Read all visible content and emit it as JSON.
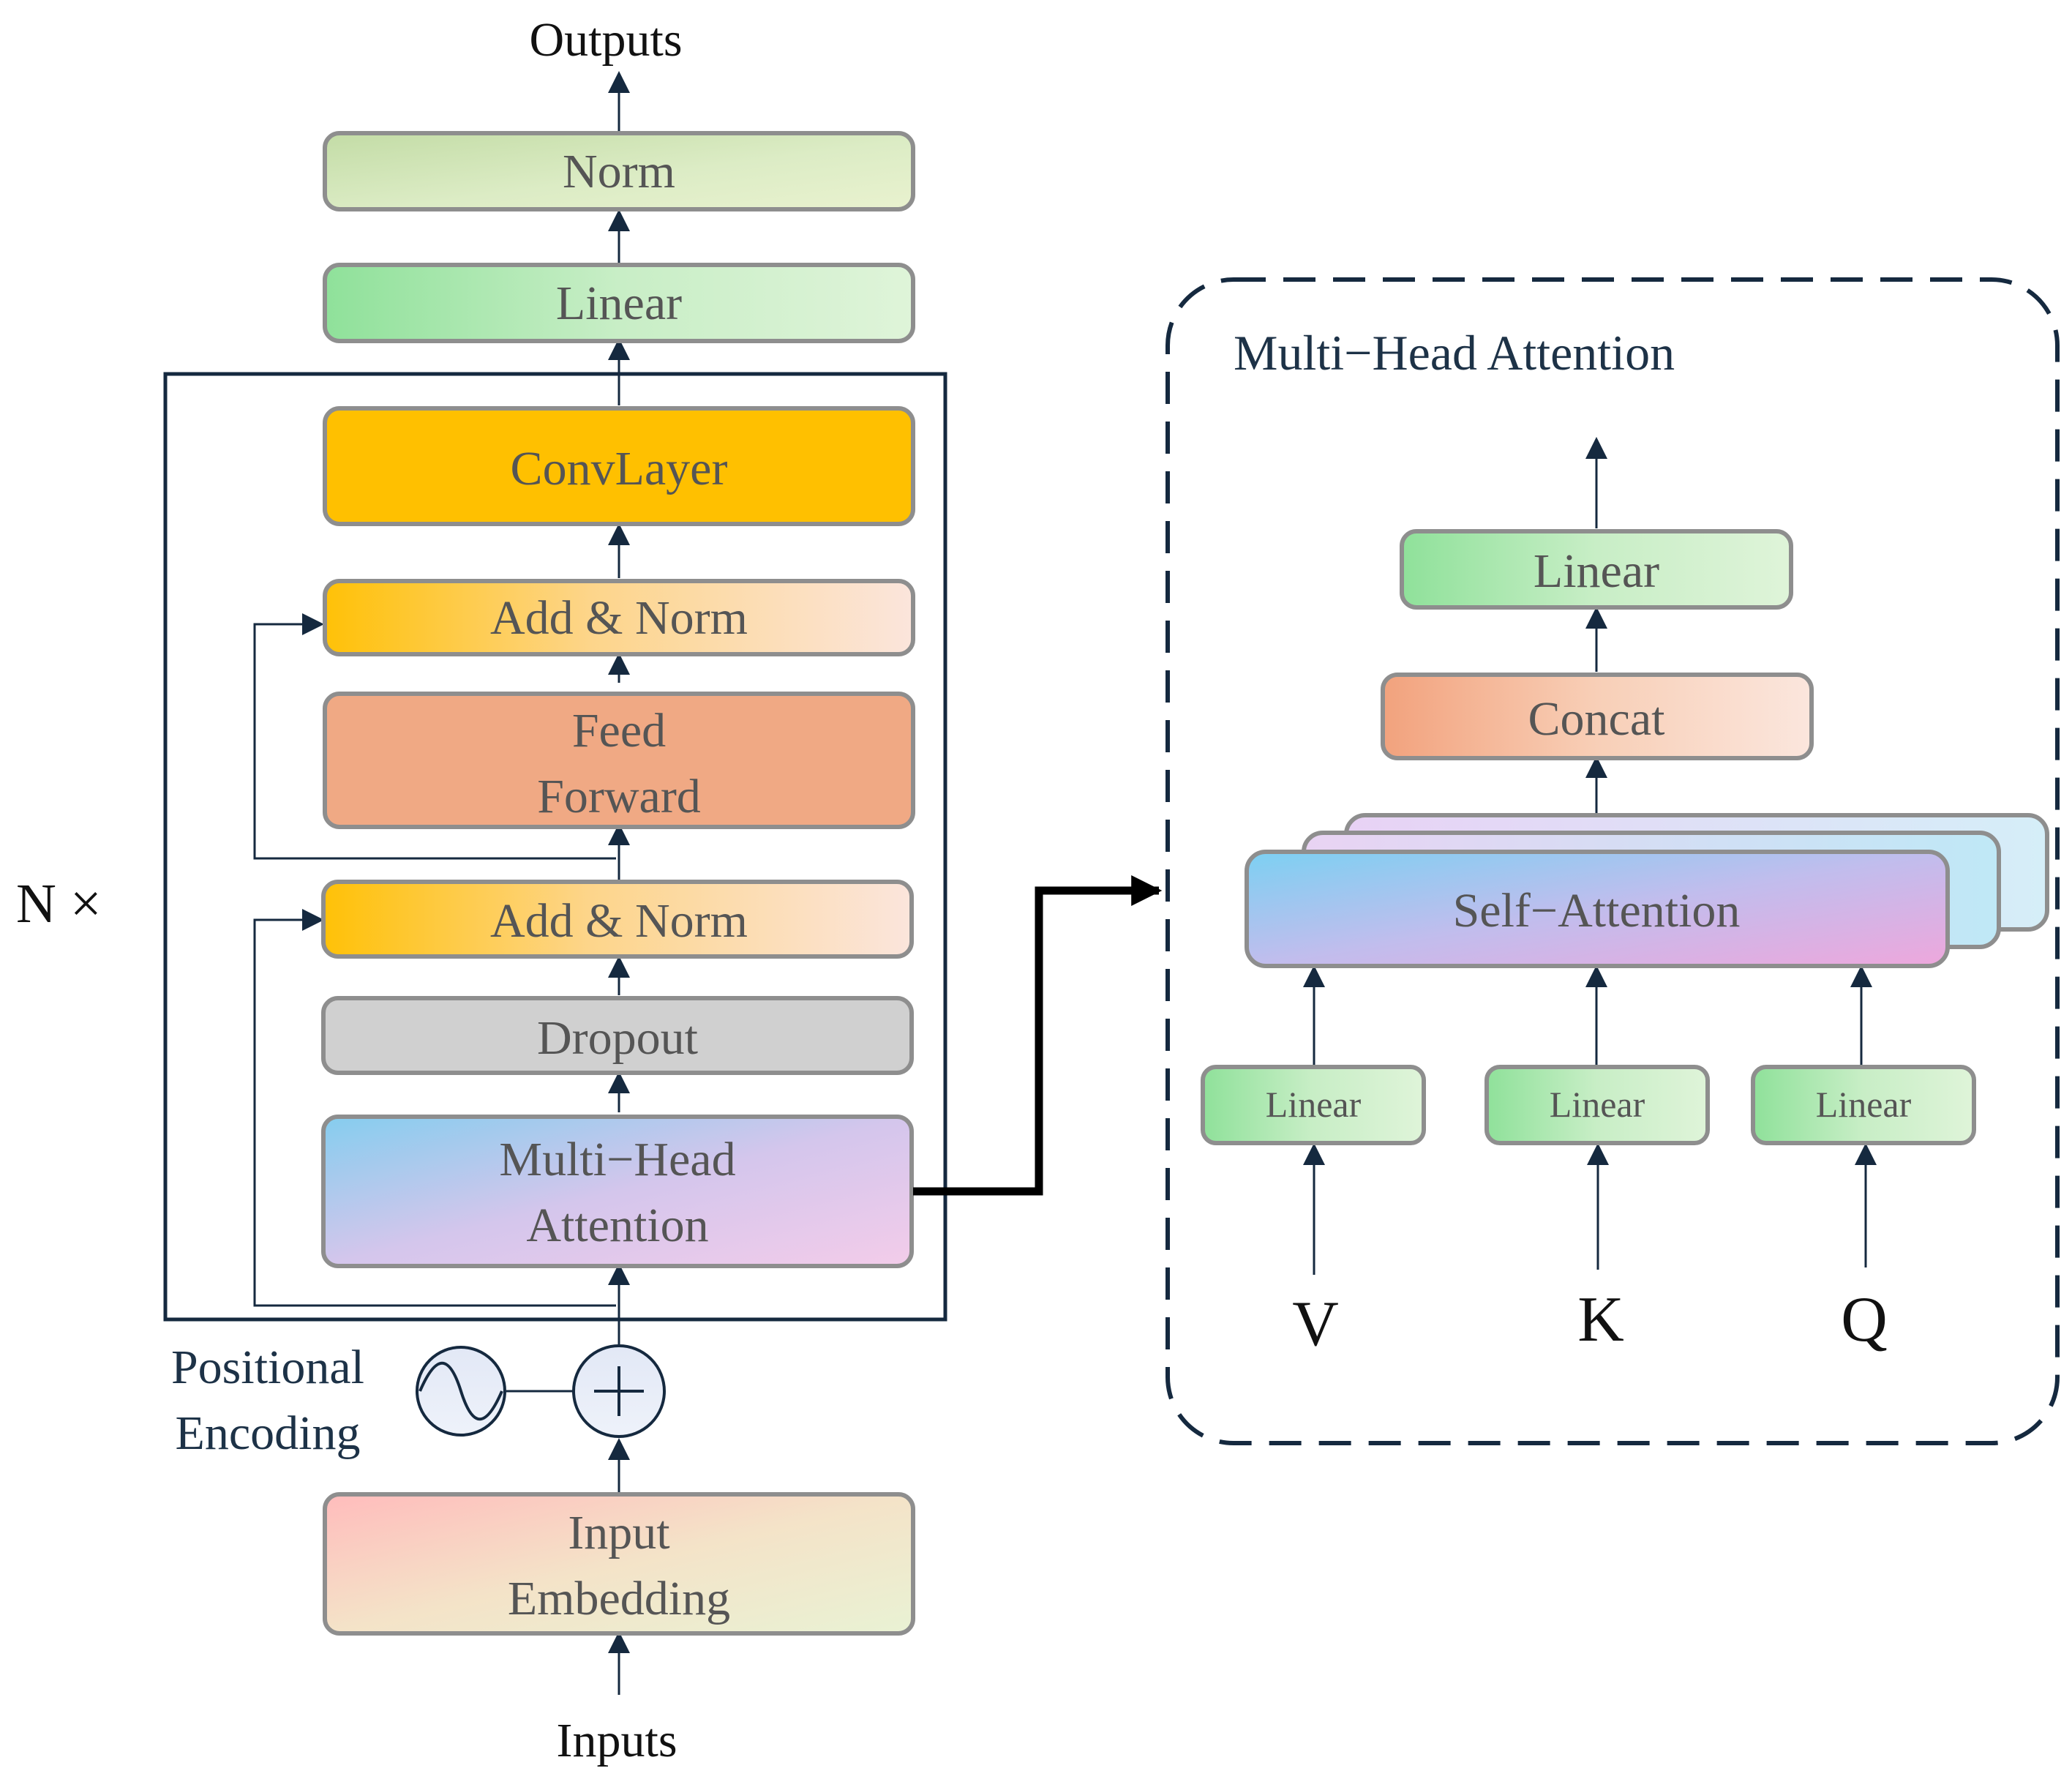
{
  "colors": {
    "line": "#15293f",
    "block_border": "#8e8e8e",
    "text": "#555555"
  },
  "encoder": {
    "outputs_label": "Outputs",
    "norm_label": "Norm",
    "linear_label": "Linear",
    "convlayer_label": "ConvLayer",
    "add_norm_top_label": "Add & Norm",
    "feed_forward_lines": [
      "Feed",
      "Forward"
    ],
    "add_norm_bottom_label": "Add & Norm",
    "dropout_label": "Dropout",
    "mha_lines": [
      "Multi−Head",
      "Attention"
    ],
    "repeat_label": "N ×",
    "positional_encoding_lines": [
      "Positional",
      "Encoding"
    ],
    "input_embedding_lines": [
      "Input",
      "Embedding"
    ],
    "inputs_label": "Inputs"
  },
  "mha_detail": {
    "title": "Multi−Head Attention",
    "linear_top_label": "Linear",
    "concat_label": "Concat",
    "self_attention_label": "Self−Attention",
    "linear_v_label": "Linear",
    "linear_k_label": "Linear",
    "linear_q_label": "Linear",
    "v_label": "V",
    "k_label": "K",
    "q_label": "Q"
  }
}
